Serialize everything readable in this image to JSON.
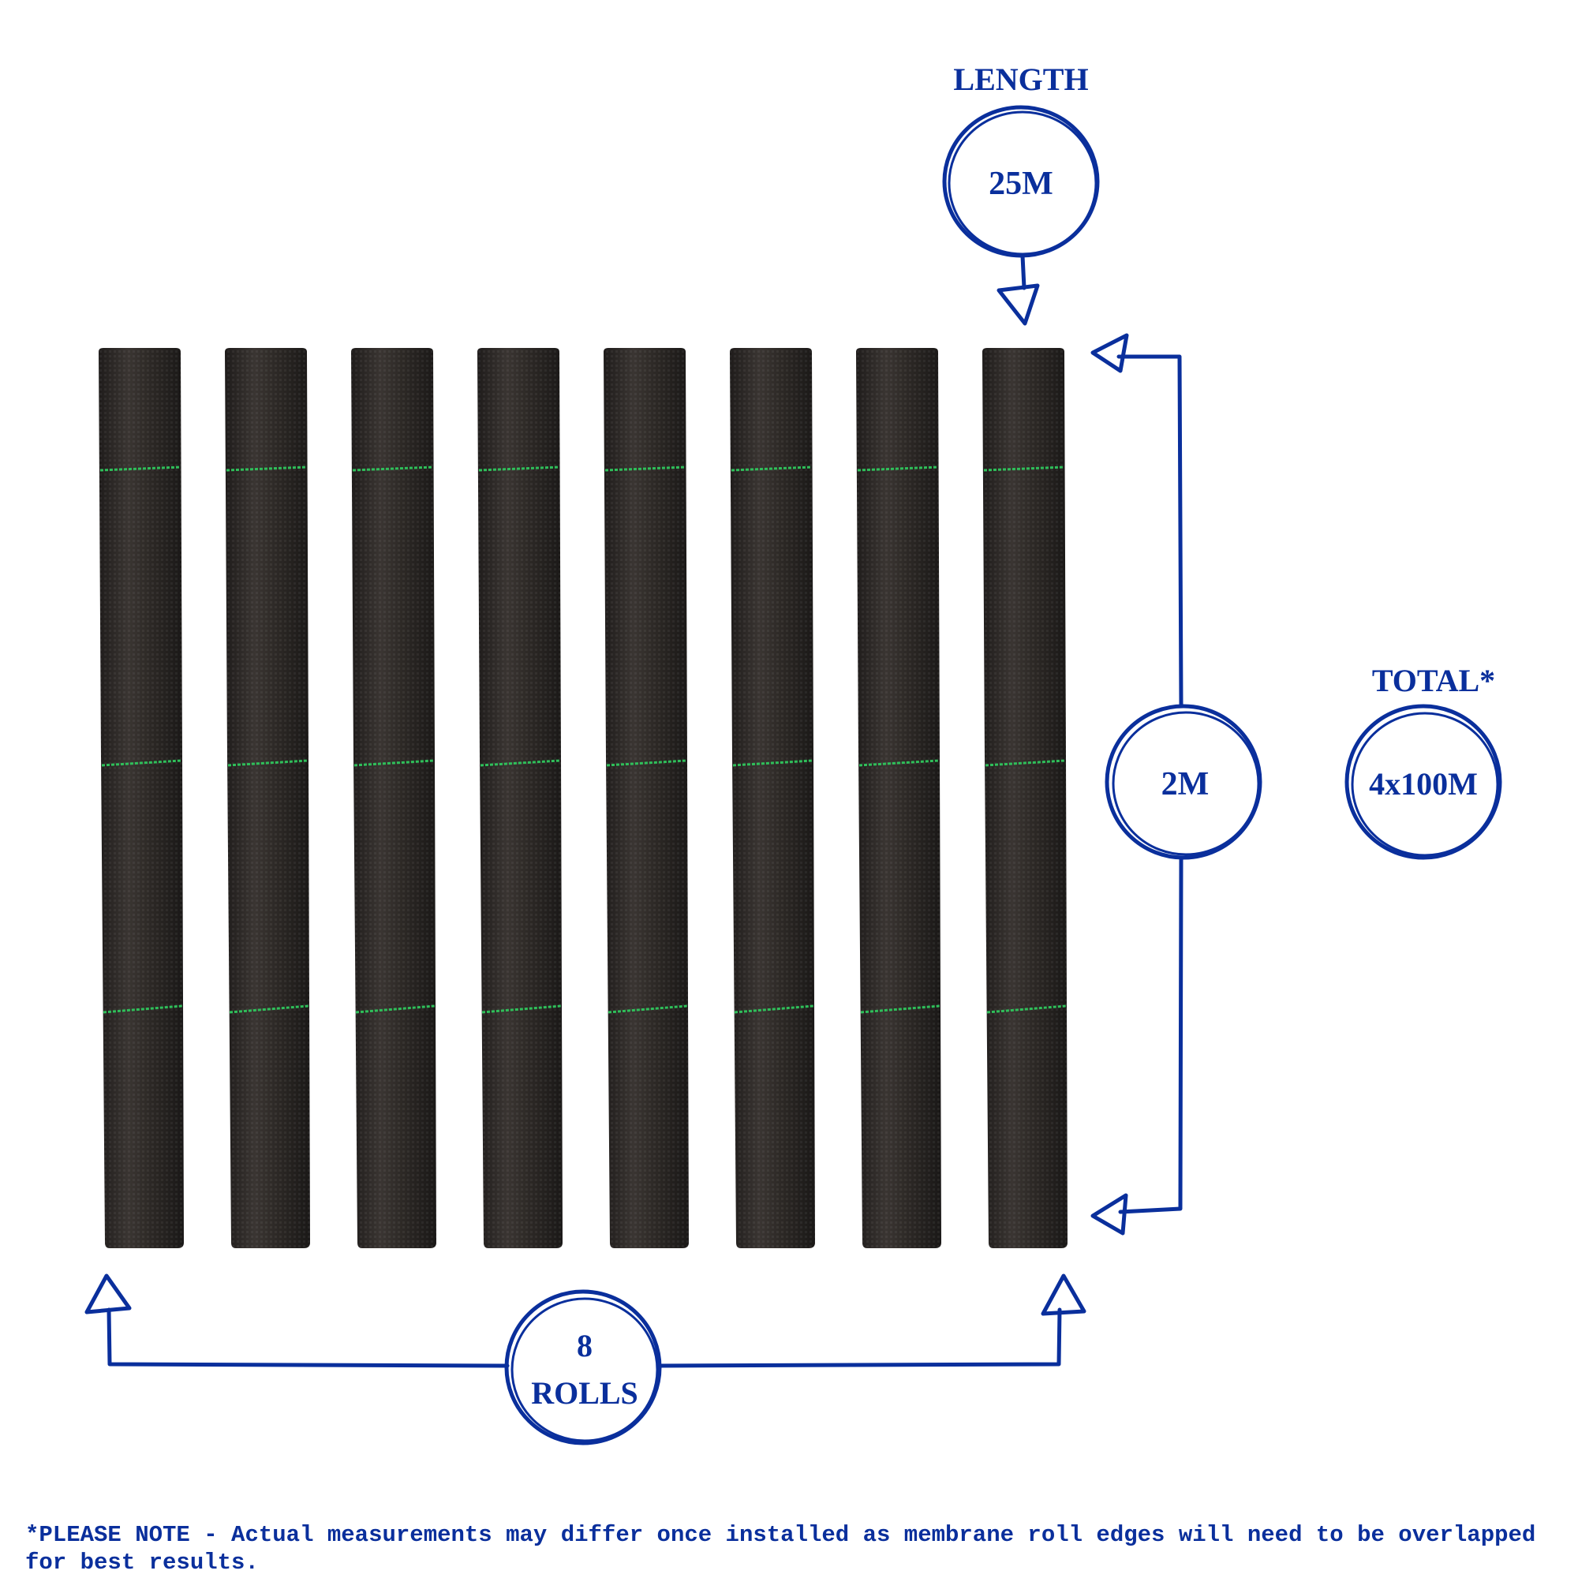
{
  "colors": {
    "accent": "#0a2f9c",
    "roll": "#2e2a28",
    "stripe": "#2fbf5a"
  },
  "rolls": {
    "count": 8
  },
  "labels": {
    "length_title": "LENGTH",
    "length_value": "25M",
    "width_value": "2M",
    "rolls_count": "8",
    "rolls_word": "ROLLS",
    "total_title": "TOTAL*",
    "total_value": "4x100M"
  },
  "note": {
    "prefix": "*PLEASE NOTE",
    "text": " - Actual measurements may differ once installed as membrane roll edges will need to be overlapped for best results."
  }
}
